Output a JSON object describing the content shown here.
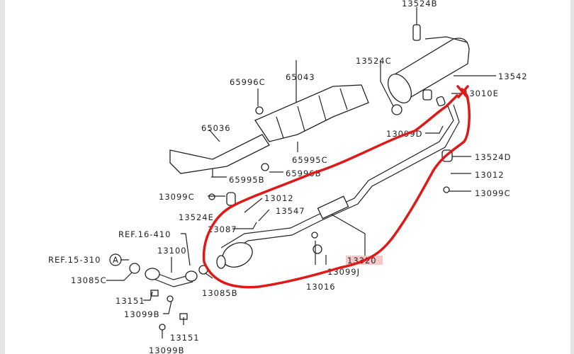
{
  "labels": {
    "p13524B": "13524B",
    "p13524C": "13524C",
    "p13542": "13542",
    "p13010E": "13010E",
    "p13099D": "13099D",
    "p13524D": "13524D",
    "p13012a": "13012",
    "p13099Ca": "13099C",
    "p65996C": "65996C",
    "p65043": "65043",
    "p65036": "65036",
    "p65995C": "65995C",
    "p65996B": "65996B",
    "p65995B": "65995B",
    "p13099Cb": "13099C",
    "p13012b": "13012",
    "p13524E": "13524E",
    "p13547": "13547",
    "p13087": "13087",
    "ref16": "REF.16-410",
    "p13100": "13100",
    "ref15": "REF.15-310",
    "refA": "A",
    "p13085C": "13085C",
    "p13151a": "13151",
    "p13099Ba": "13099B",
    "p13151b": "13151",
    "p13099Bb": "13099B",
    "p13085B": "13085B",
    "p13016": "13016",
    "p13099J": "13099J",
    "p13320": "13320"
  },
  "colors": {
    "highlight": "#f6c8c8",
    "annotation": "#e01818"
  }
}
